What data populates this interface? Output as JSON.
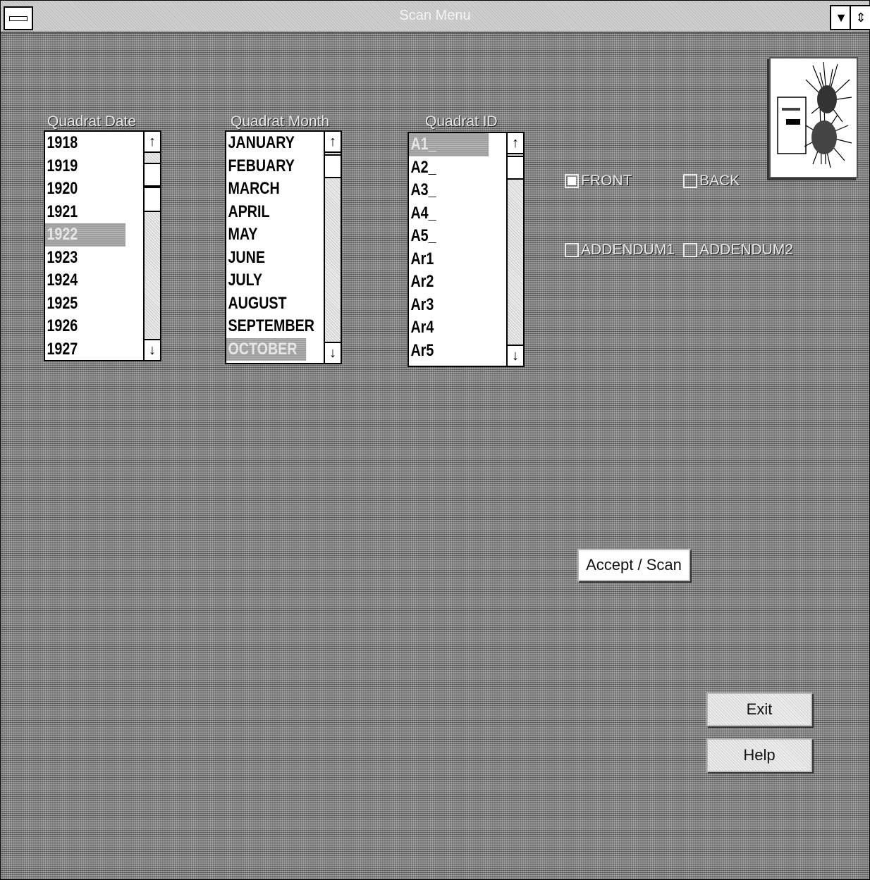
{
  "window": {
    "title": "Scan Menu",
    "sysmenu_icon": "system-menu-icon",
    "minimize_icon": "minimize-arrow-icon",
    "scroll_icon": "restore-arrows-icon"
  },
  "date_list": {
    "label": "Quadrat Date",
    "items": [
      "1918",
      "1919",
      "1920",
      "1921",
      "1922",
      "1923",
      "1924",
      "1925",
      "1926",
      "1927"
    ],
    "selected_index": 4
  },
  "month_list": {
    "label": "Quadrat Month",
    "items": [
      "JANUARY",
      "FEBUARY",
      "MARCH",
      "APRIL",
      "MAY",
      "JUNE",
      "JULY",
      "AUGUST",
      "SEPTEMBER",
      "OCTOBER"
    ],
    "selected_index": 9
  },
  "id_list": {
    "label": "Quadrat ID",
    "items": [
      "A1_",
      "A2_",
      "A3_",
      "A4_",
      "A5_",
      "Ar1",
      "Ar2",
      "Ar3",
      "Ar4",
      "Ar5"
    ],
    "selected_index": 0
  },
  "options": {
    "front": {
      "label": "FRONT",
      "checked": true
    },
    "back": {
      "label": "BACK",
      "checked": false
    },
    "addendum1": {
      "label": "ADDENDUM1",
      "checked": false
    },
    "addendum2": {
      "label": "ADDENDUM2",
      "checked": false
    }
  },
  "buttons": {
    "accept_scan": "Accept / Scan",
    "exit": "Exit",
    "help": "Help"
  },
  "thumbnail": {
    "name": "quadrat-chart-thumbnail"
  }
}
